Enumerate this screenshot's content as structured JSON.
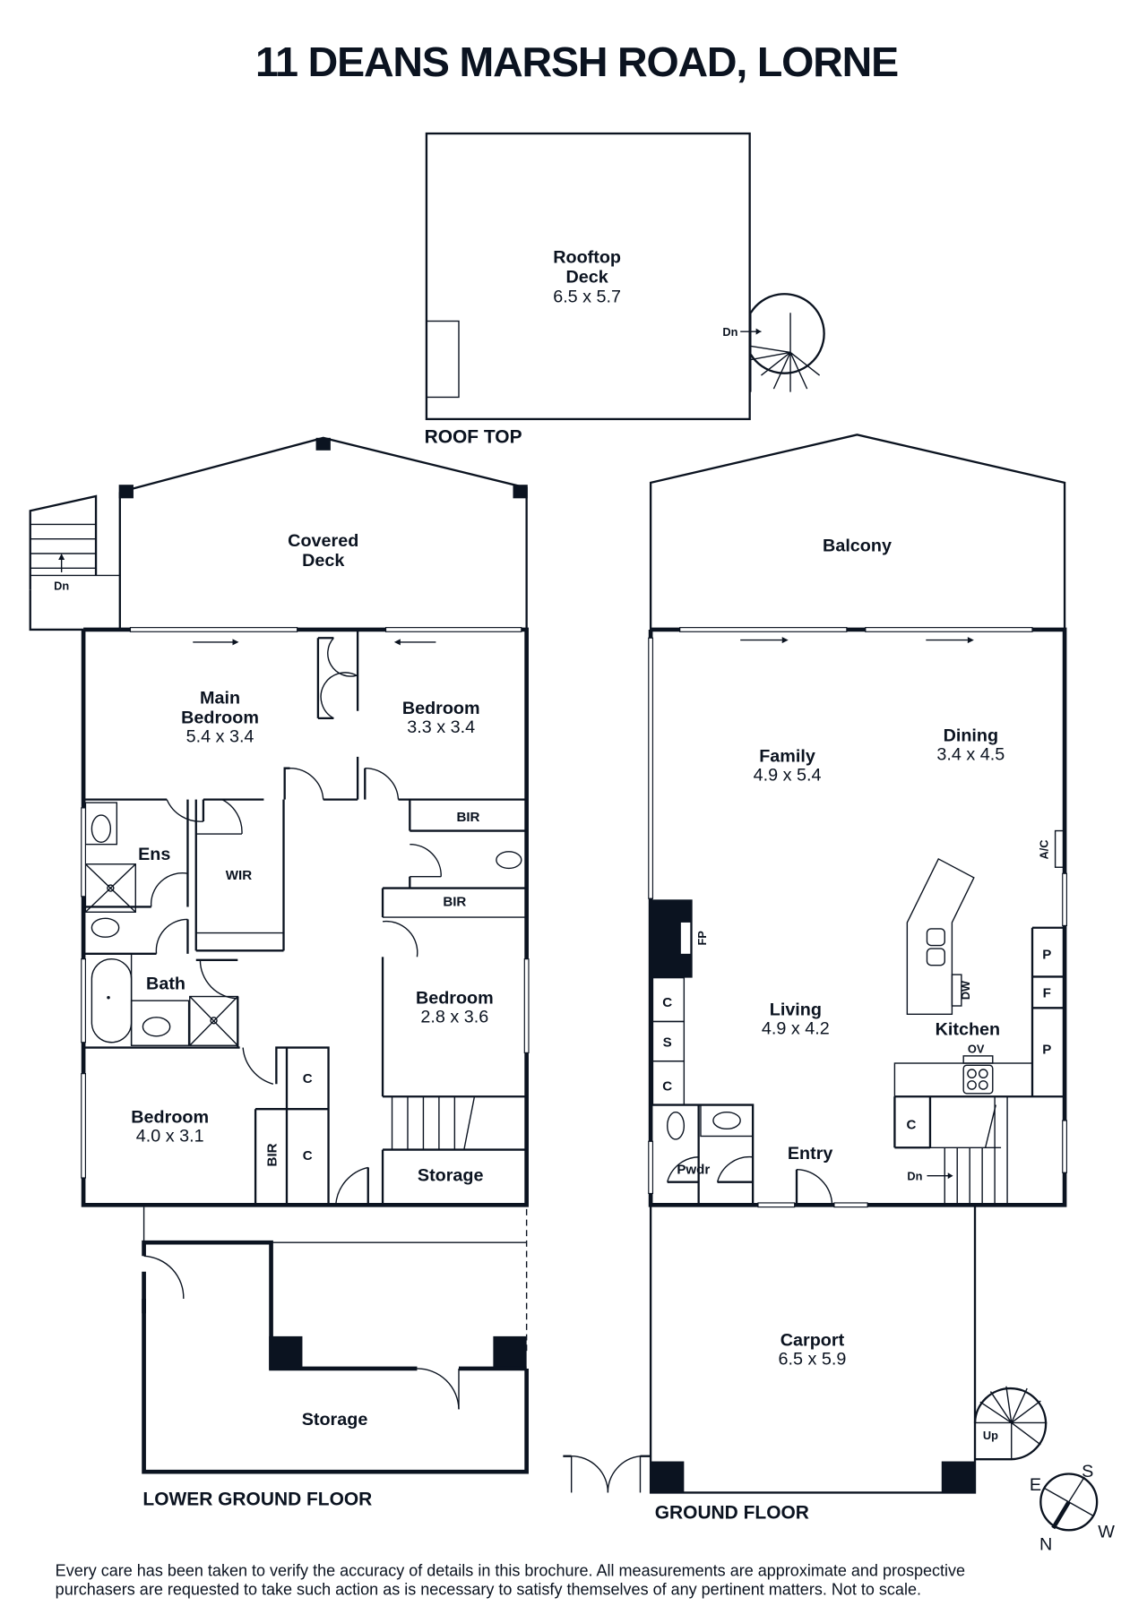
{
  "title": "11 DEANS MARSH ROAD, LORNE",
  "colors": {
    "ink": "#0b1320",
    "background": "#ffffff"
  },
  "floors": {
    "roof_top": {
      "label": "ROOF TOP",
      "rooms": [
        {
          "name": "Rooftop",
          "name2": "Deck",
          "dims": "6.5 x 5.7"
        }
      ],
      "stair_label": "Dn"
    },
    "lower_ground": {
      "label": "LOWER GROUND FLOOR",
      "rooms": {
        "covered_deck": {
          "name": "Covered",
          "name2": "Deck"
        },
        "main_bedroom": {
          "name": "Main",
          "name2": "Bedroom",
          "dims": "5.4 x 3.4"
        },
        "bedroom_2": {
          "name": "Bedroom",
          "dims": "3.3 x 3.4"
        },
        "ens": {
          "name": "Ens"
        },
        "wir": {
          "name": "WIR"
        },
        "bir_1": {
          "name": "BIR"
        },
        "bir_2": {
          "name": "BIR"
        },
        "bath": {
          "name": "Bath"
        },
        "bedroom_3": {
          "name": "Bedroom",
          "dims": "2.8 x 3.6"
        },
        "bedroom_4": {
          "name": "Bedroom",
          "dims": "4.0 x 3.1"
        },
        "bir_3": {
          "name": "BIR"
        },
        "cupboard_1": {
          "name": "C"
        },
        "cupboard_2": {
          "name": "C"
        },
        "storage_upper": {
          "name": "Storage"
        },
        "storage_lower": {
          "name": "Storage"
        }
      },
      "stair_label": "Dn"
    },
    "ground": {
      "label": "GROUND FLOOR",
      "rooms": {
        "balcony": {
          "name": "Balcony"
        },
        "family": {
          "name": "Family",
          "dims": "4.9 x 5.4"
        },
        "dining": {
          "name": "Dining",
          "dims": "3.4 x 4.5"
        },
        "living": {
          "name": "Living",
          "dims": "4.9 x 4.2"
        },
        "kitchen": {
          "name": "Kitchen"
        },
        "entry": {
          "name": "Entry"
        },
        "pwdr": {
          "name": "Pwdr"
        },
        "carport": {
          "name": "Carport",
          "dims": "6.5 x 5.9"
        }
      },
      "fixtures": {
        "fireplace": "FP",
        "air_con": "A/C",
        "dishwasher": "DW",
        "oven": "OV",
        "pantry_1": "P",
        "fridge": "F",
        "pantry_2": "P",
        "cupboard_c1": "C",
        "cupboard_s": "S",
        "cupboard_c2": "C",
        "cupboard_c3": "C"
      },
      "stair_down_label": "Dn",
      "stair_up_label": "Up"
    }
  },
  "compass": {
    "n": "N",
    "s": "S",
    "e": "E",
    "w": "W"
  },
  "disclaimer": {
    "line1": "Every care has been taken to verify the accuracy of details in this brochure. All measurements are approximate and prospective",
    "line2": "purchasers are requested to take such action as is necessary to satisfy themselves of any pertinent matters. Not to scale."
  }
}
